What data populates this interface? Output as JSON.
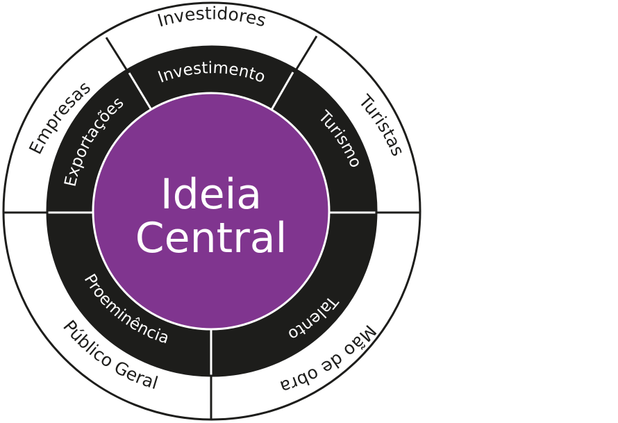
{
  "colors": {
    "background": "#ffffff",
    "outline": "#1d1d1b",
    "inner_ring": "#1d1d1b",
    "center": "#80358f",
    "inner_text": "#ffffff",
    "outer_text": "#1d1d1b",
    "divider_inner": "#ffffff"
  },
  "center": {
    "line1": "Ideia",
    "line2": "Central"
  },
  "inner_ring": {
    "investimento": "Investimento",
    "turismo": "Turismo",
    "exportacoes": "Exportações",
    "talento": "Talento",
    "proeminencia": "Proeminência"
  },
  "outer_ring": {
    "investidores": "Investidores",
    "turistas": "Turistas",
    "empresas": "Empresas",
    "mao_de_obra": "Mão de obra",
    "publico_geral": "Público Geral"
  }
}
